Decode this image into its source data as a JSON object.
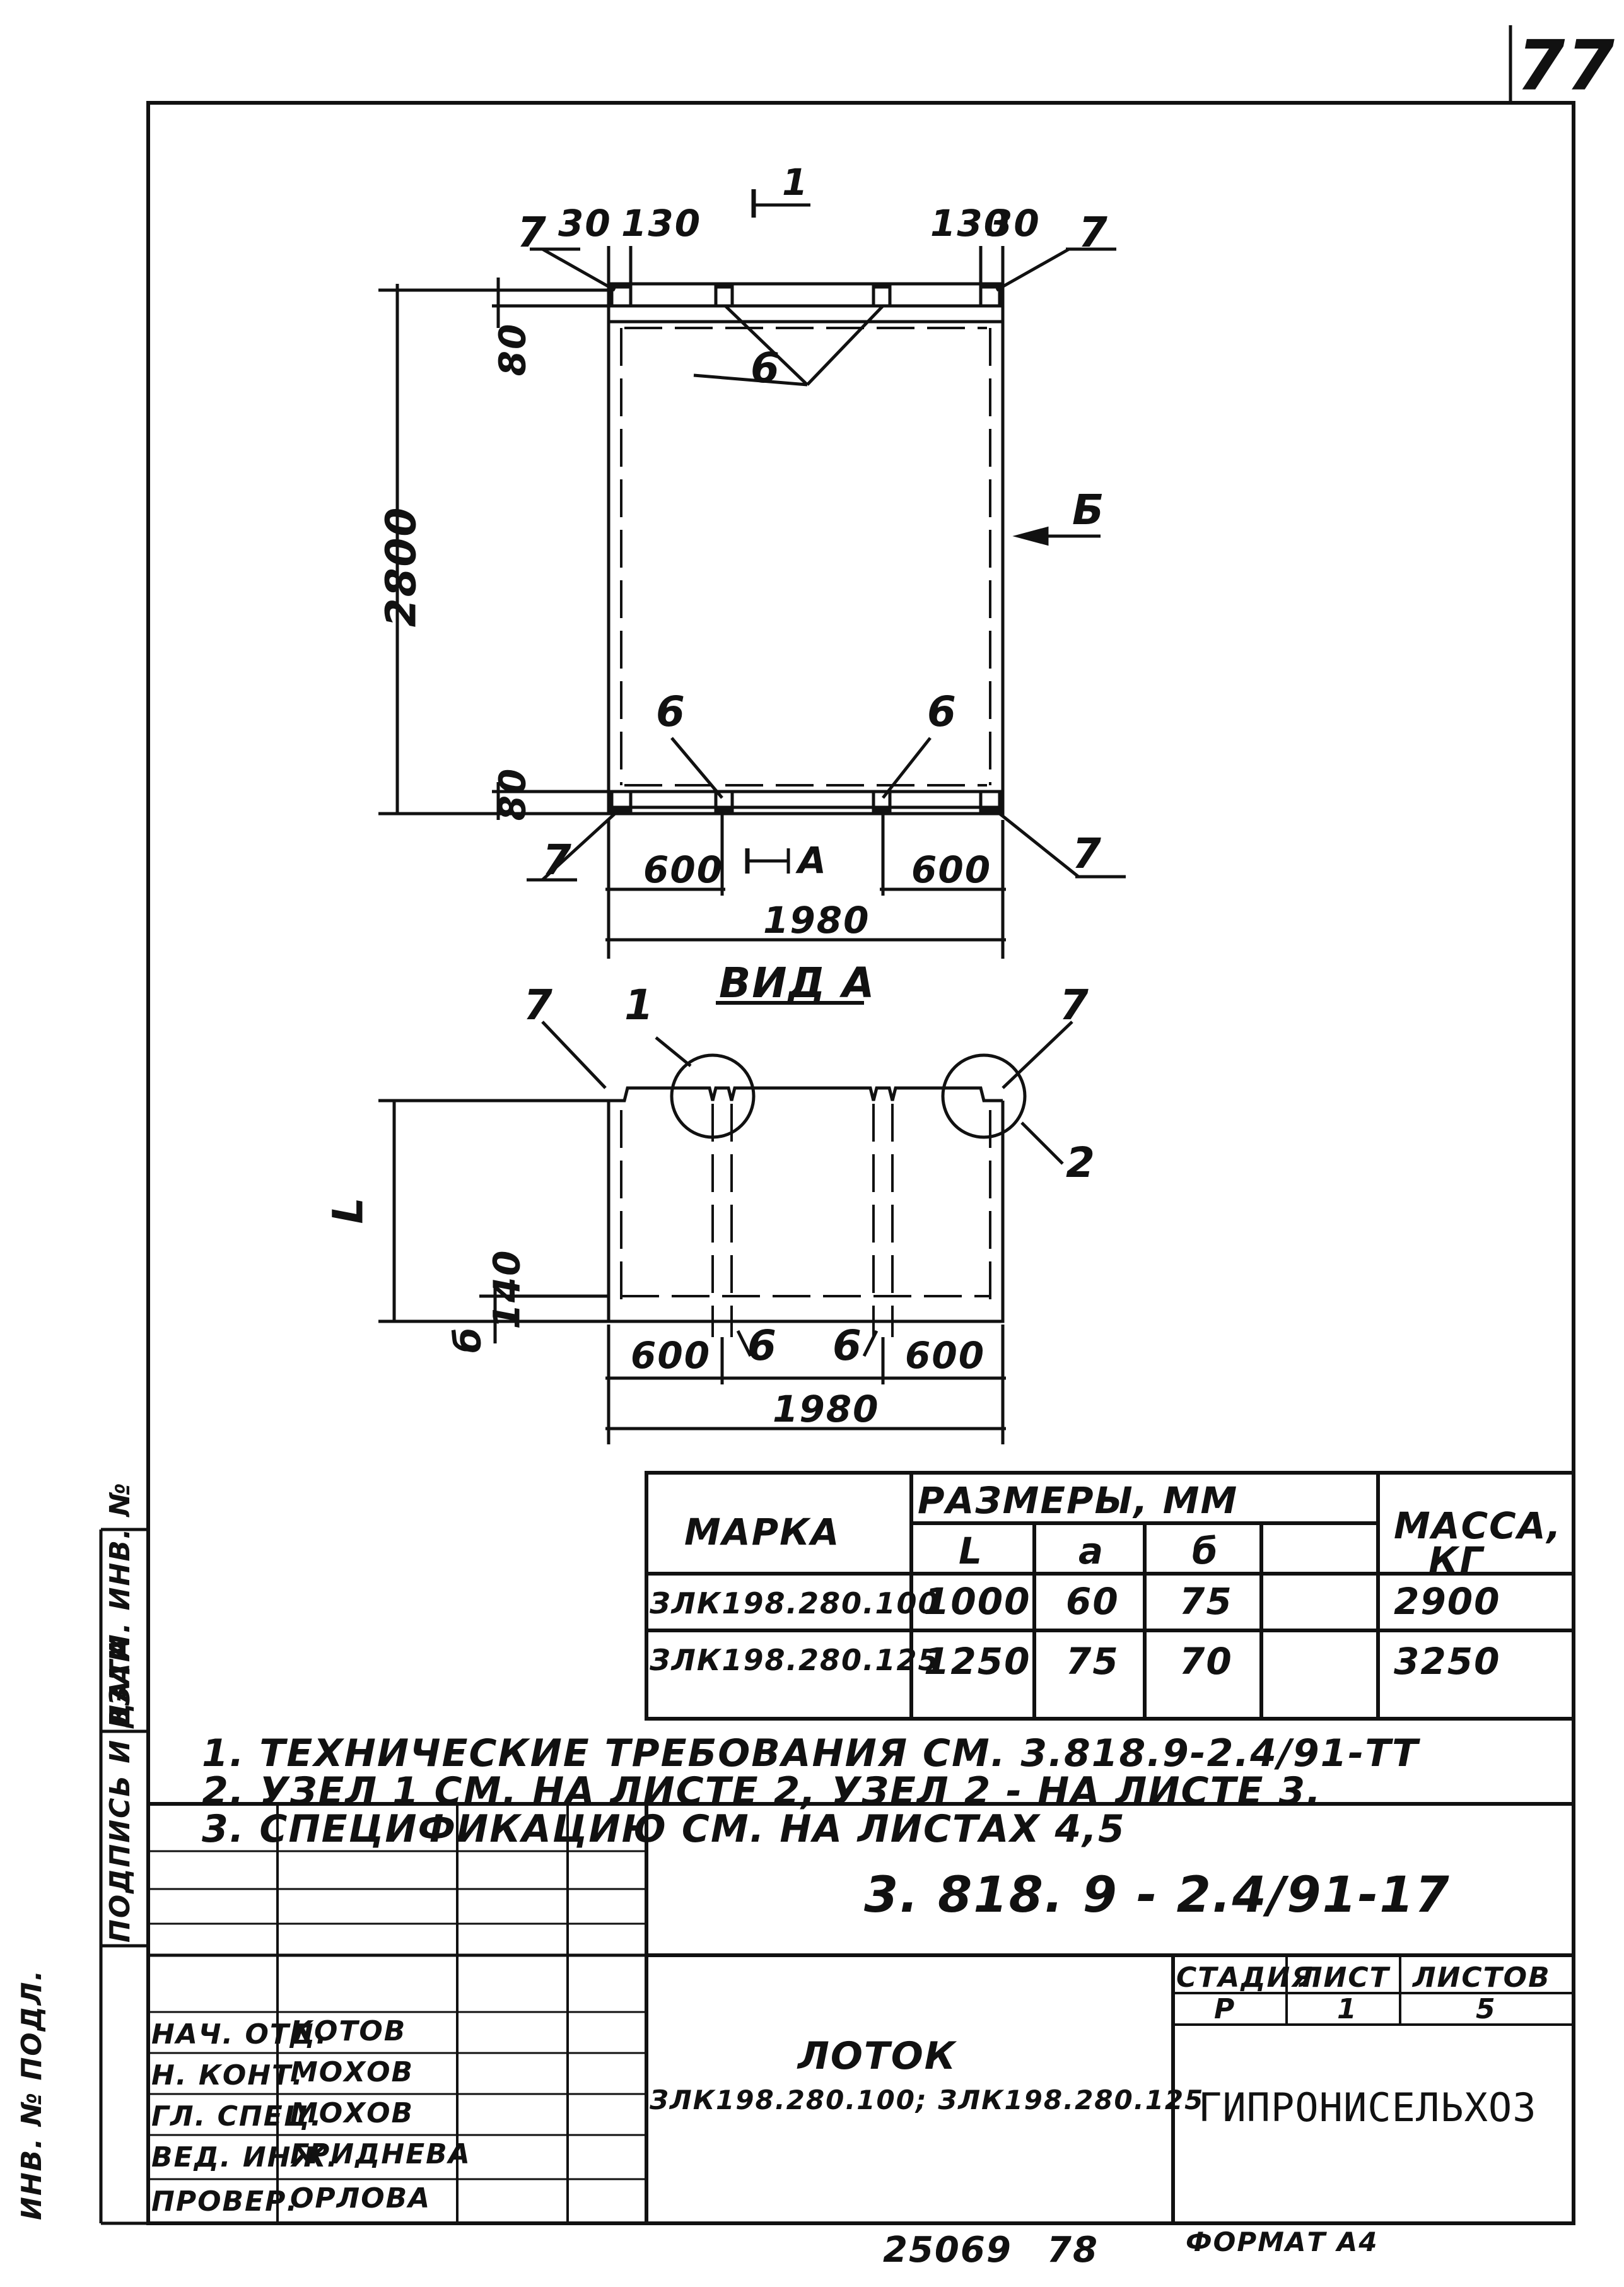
{
  "page_number": "77",
  "plan_view": {
    "section_mark": "1",
    "dim_top_left_30": "30",
    "dim_top_left_130": "130",
    "dim_top_right_130": "130",
    "dim_top_right_30": "30",
    "callout_7": "7",
    "callout_6": "6",
    "dim_80": "80",
    "dim_2800": "2800",
    "view_arrow_b": "Б",
    "dim_600": "600",
    "dim_1980": "1980",
    "view_a_mark": "А"
  },
  "section_view": {
    "title": "ВИД А",
    "node_1": "1",
    "node_2": "2",
    "callout_7": "7",
    "callout_6": "6",
    "dim_l": "L",
    "dim_140": "140",
    "dim_b": "б",
    "dim_600": "600",
    "dim_1980": "1980"
  },
  "spec_table": {
    "headers": {
      "mark": "МАРКА",
      "sizes": "РАЗМЕРЫ,  ММ",
      "l": "L",
      "a": "а",
      "b": "б",
      "mass": "МАССА,",
      "mass_unit": "КГ"
    },
    "rows": [
      {
        "mark": "ЗЛК198.280.100",
        "l": "1000",
        "a": "60",
        "b": "75",
        "mass": "2900"
      },
      {
        "mark": "ЗЛК198.280.125",
        "l": "1250",
        "a": "75",
        "b": "70",
        "mass": "3250"
      }
    ]
  },
  "notes": [
    "1. ТЕХНИЧЕСКИЕ ТРЕБОВАНИЯ СМ. 3.818.9-2.4/91-ТТ",
    "2. УЗЕЛ 1  СМ.  НА  ЛИСТЕ 2, УЗЕЛ 2 - НА  ЛИСТЕ 3.",
    "3. СПЕЦИФИКАЦИЮ СМ. НА ЛИСТАХ 4,5"
  ],
  "side_stamp": {
    "inv_podl": "ИНВ. № ПОДЛ.",
    "podpis_data": "ПОДПИСЬ И ДАТА",
    "vzam_inv": "ВЗАМ. ИНВ. №"
  },
  "title_block": {
    "doc_code": "3. 818. 9 - 2.4/91-17",
    "product_name": "ЛОТОК",
    "product_marks": "ЗЛК198.280.100; ЗЛК198.280.125",
    "stage_label": "СТАДИЯ",
    "sheet_label": "ЛИСТ",
    "sheets_label": "ЛИСТОВ",
    "stage": "Р",
    "sheet": "1",
    "sheets": "5",
    "organization": "ГИПРОНИСЕЛЬХОЗ",
    "signers": [
      {
        "role": "НАЧ. ОТД.",
        "name": "КОТОВ"
      },
      {
        "role": "Н. КОНТ.",
        "name": "МОХОВ"
      },
      {
        "role": "ГЛ. СПЕЦ.",
        "name": "МОХОВ"
      },
      {
        "role": "ВЕД. ИНЖ.",
        "name": "ГРИДНЕВА"
      },
      {
        "role": "ПРОВЕР.",
        "name": "ОРЛОВА"
      }
    ]
  },
  "footer": {
    "archive_no": "25069",
    "page_ref": "78",
    "format": "ФОРМАТ А4"
  }
}
